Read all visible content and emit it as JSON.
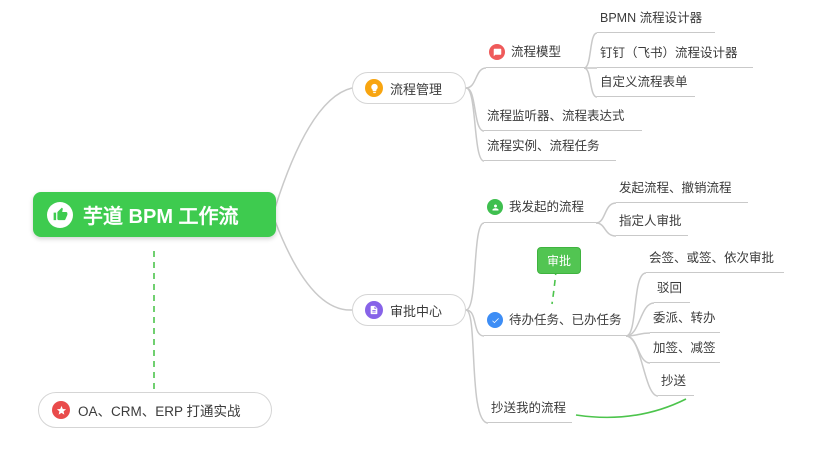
{
  "colors": {
    "root_bg": "#3ECB4F",
    "connector_gray": "#C9C9C9",
    "relation_green": "#4CC44C",
    "pill_border": "#D5D5D5",
    "icon_orange": "#F8A510",
    "icon_red": "#EF5A5A",
    "icon_green": "#3FBF4F",
    "icon_blue": "#3D8DF5",
    "icon_purple": "#8763E8",
    "icon_star_red": "#E94B4B",
    "text_dark": "#3B3B3B"
  },
  "root": {
    "label": "芋道 BPM 工作流",
    "icon": "thumbs-up-icon"
  },
  "bottom_note": {
    "label": "OA、CRM、ERP 打通实战",
    "icon": "star-icon"
  },
  "relationship": {
    "approval_label": "审批"
  },
  "branch1": {
    "label": "流程管理",
    "icon": "lightbulb-icon",
    "children": {
      "model": {
        "label": "流程模型",
        "icon": "chat-icon",
        "children": {
          "bpmn": "BPMN 流程设计器",
          "dingtalk": "钉钉（飞书）流程设计器",
          "custom_form": "自定义流程表单"
        }
      },
      "listener": "流程监听器、流程表达式",
      "instance": "流程实例、流程任务"
    }
  },
  "branch2": {
    "label": "审批中心",
    "icon": "document-icon",
    "children": {
      "my_initiated": {
        "label": "我发起的流程",
        "icon": "person-icon",
        "children": {
          "initiate": "发起流程、撤销流程",
          "assignee": "指定人审批"
        }
      },
      "tasks": {
        "label": "待办任务、已办任务",
        "icon": "check-icon",
        "children": {
          "countersign": "会签、或签、依次审批",
          "reject": "驳回",
          "delegate": "委派、转办",
          "sign_add_remove": "加签、减签",
          "cc": "抄送"
        }
      },
      "cc_my": "抄送我的流程"
    }
  }
}
